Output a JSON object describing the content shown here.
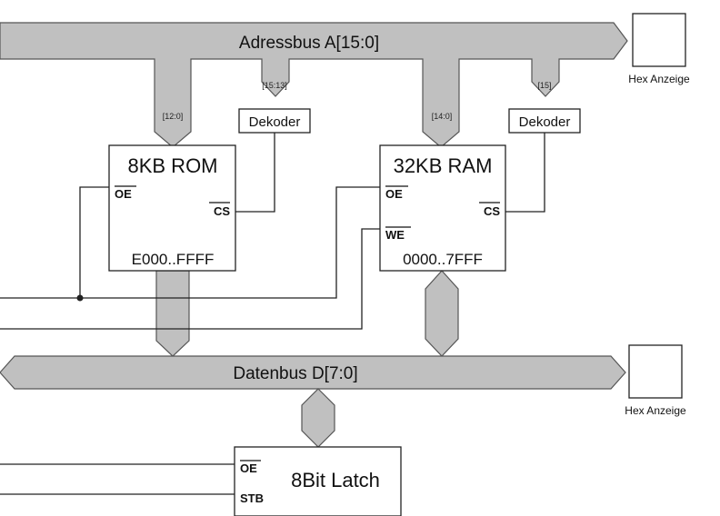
{
  "address_bus": {
    "label": "Adressbus  A[15:0]"
  },
  "data_bus": {
    "label": "Datenbus  D[7:0]"
  },
  "rom": {
    "title": "8KB ROM",
    "oe": "OE",
    "cs": "CS",
    "range": "E000..FFFF",
    "addr_bits": "[12:0]"
  },
  "ram": {
    "title": "32KB RAM",
    "oe": "OE",
    "we": "WE",
    "cs": "CS",
    "range": "0000..7FFF",
    "addr_bits": "[14:0]"
  },
  "rom_decoder": {
    "label": "Dekoder",
    "bits": "[15:13]"
  },
  "ram_decoder": {
    "label": "Dekoder",
    "bits": "[15]"
  },
  "hex_address": {
    "label": "Hex Anzeige"
  },
  "hex_data": {
    "label": "Hex Anzeige"
  },
  "latch": {
    "title": "8Bit Latch",
    "oe": "OE",
    "stb": "STB"
  },
  "colors": {
    "bus_fill": "#c0c0c0",
    "bus_stroke": "#555555",
    "line": "#222222"
  }
}
